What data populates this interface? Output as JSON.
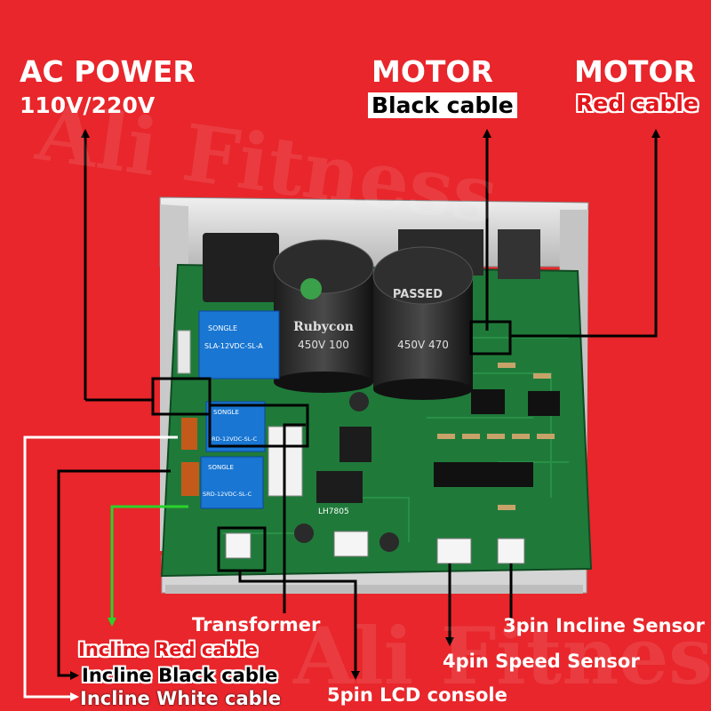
{
  "labels": {
    "ac_power_title": "AC POWER",
    "ac_power_voltage": "110V/220V",
    "motor_black_title": "MOTOR",
    "motor_black_cable": "Black cable",
    "motor_red_title": "MOTOR",
    "motor_red_cable": "Red cable",
    "transformer": "Transformer",
    "incline_sensor": "3pin Incline Sensor",
    "speed_sensor": "4pin Speed Sensor",
    "lcd_console": "5pin LCD console",
    "incline_red_cable": "Incline Red cable",
    "incline_black_cable": "Incline Black cable",
    "incline_white_cable": "Incline White cable"
  },
  "watermark": {
    "text": "Ali Fitness"
  },
  "components": {
    "capacitor_left_label": "Rubycon",
    "capacitor_left_rating": "450V 100",
    "capacitor_right_stamp": "PASSED",
    "capacitor_right_rating": "450V 470",
    "relay_brand": "SONGLE",
    "relay_large_model": "SLA-12VDC-SL-A",
    "relay_small_model": "SRD-12VDC-SL-C",
    "regulator_label": "LH7805"
  },
  "colors": {
    "background": "#e8262b",
    "pcb": "#1f7a3a",
    "heatsink": "#d9d9d9",
    "label_text": "#ffffff",
    "red_cable_text": "#e3161c",
    "green_arrow": "#2bd32b"
  }
}
